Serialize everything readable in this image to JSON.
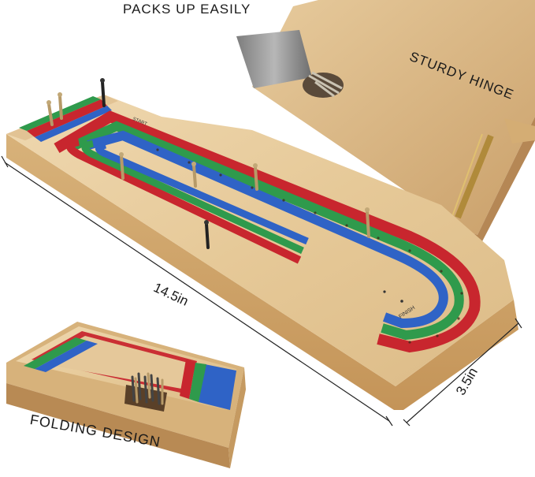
{
  "captions": {
    "packs_up": "PACKS UP EASILY",
    "hinge": "STURDY HINGE",
    "folding": "FOLDING DESIGN"
  },
  "dimensions": {
    "length": "14.5in",
    "width": "3.5in"
  },
  "board_labels": {
    "start": "START",
    "finish": "FINISH"
  },
  "colors": {
    "wood_light": "#e9cfa3",
    "wood_mid": "#d9b784",
    "wood_dark": "#c79d63",
    "track_red": "#c8262e",
    "track_blue": "#2f63c6",
    "track_green": "#2f9a4c",
    "peg_metal": "#9a8a6a"
  }
}
